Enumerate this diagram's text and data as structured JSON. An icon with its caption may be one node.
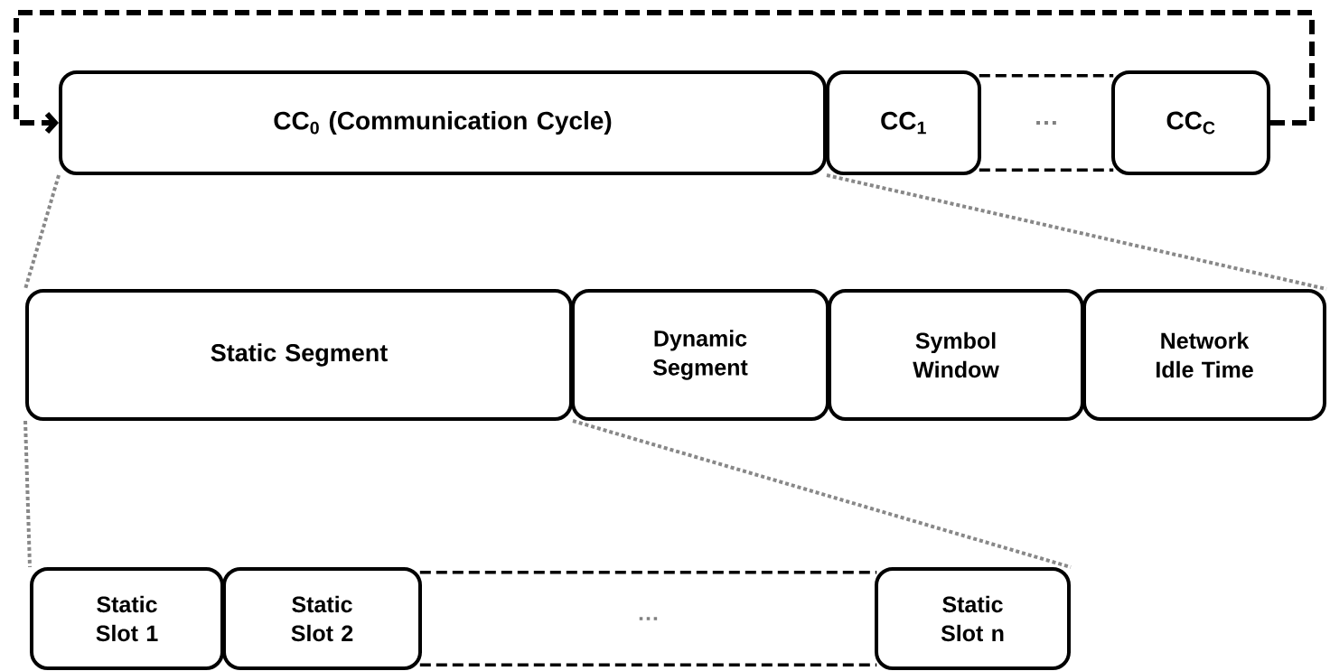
{
  "diagram": {
    "nodes": [
      {
        "text": [
          "CC$_{0}$ (Communication Cycle)"
        ]
      },
      {
        "text": [
          "CC$_{1}$"
        ]
      },
      {
        "text": [
          "…"
        ]
      },
      {
        "text": [
          "CC$_{C}$"
        ]
      },
      {
        "text": [
          "Static Segment"
        ]
      },
      {
        "text": [
          "Dynamic Segment"
        ]
      },
      {
        "text": [
          "Symbol Window"
        ]
      },
      {
        "text": [
          "Network Idle Time"
        ]
      },
      {
        "text": [
          "Static Slot 1"
        ]
      },
      {
        "text": [
          "Static Slot 2"
        ]
      },
      {
        "text": [
          "…"
        ]
      },
      {
        "text": [
          "Static Slot n"
        ]
      }
    ],
    "edges": [
      {
        "from": 3,
        "to": 0,
        "arrow": "to",
        "style": "dashed",
        "color": "#000000"
      },
      {
        "from": 0,
        "to": 4,
        "arrow": "none",
        "style": "dashed",
        "color": "#888888"
      },
      {
        "from": 0,
        "to": 7,
        "arrow": "none",
        "style": "dashed",
        "color": "#888888"
      },
      {
        "from": 4,
        "to": 8,
        "arrow": "none",
        "style": "dashed",
        "color": "#888888"
      },
      {
        "from": 4,
        "to": 11,
        "arrow": "none",
        "style": "dashed",
        "color": "#888888"
      }
    ]
  }
}
